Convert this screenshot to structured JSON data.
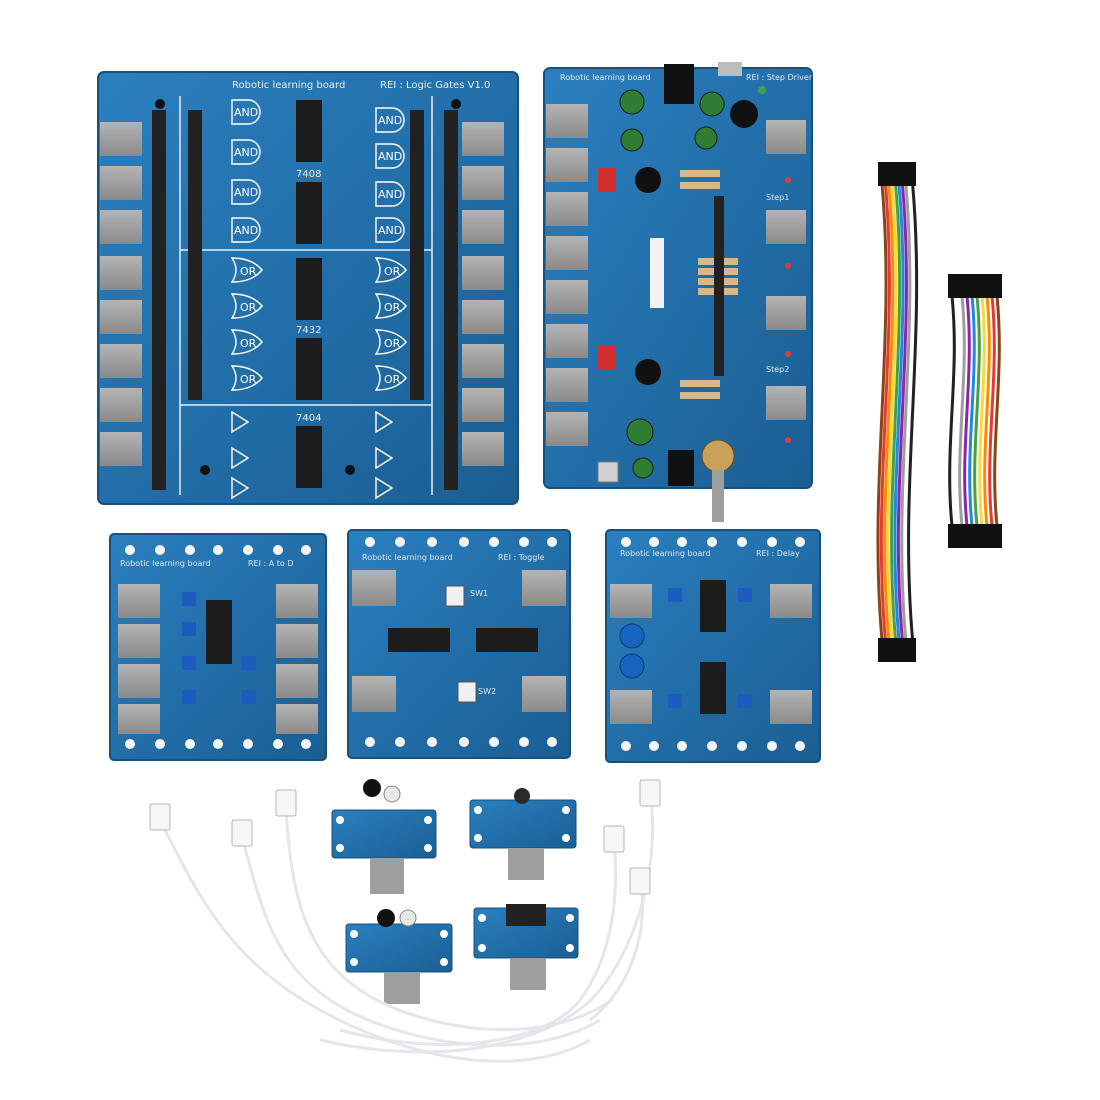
{
  "colors": {
    "background": "#ffffff",
    "pcb": "#1f6fa8",
    "pcb_dark": "#185a8a",
    "rj_jack": "#9a9a9a",
    "ic_chip": "#1c1c1c",
    "cable_white": "#e9ecef"
  },
  "boards": {
    "logic_gates": {
      "title": "Robotic learning board",
      "subtitle": "REI : Logic Gates V1.0",
      "gate_and": "AND",
      "gate_or": "OR",
      "ic1": "7408",
      "ic2": "7432",
      "ic3": "7404"
    },
    "step_driver": {
      "title": "Robotic learning board",
      "subtitle": "REI : Step Driver",
      "step1": "Step1",
      "step2": "Step2"
    },
    "a_to_d": {
      "title": "Robotic learning board",
      "subtitle": "REI : A to D"
    },
    "toggle": {
      "title": "Robotic learning board",
      "subtitle": "REI : Toggle",
      "sw1": "SW1",
      "sw2": "SW2"
    },
    "delay": {
      "title": "Robotic learning board",
      "subtitle": "REI : Delay"
    }
  },
  "sensors": [
    {
      "icon": "ir-led-sensor-icon"
    },
    {
      "icon": "photoresistor-sensor-icon"
    },
    {
      "icon": "ir-led-sensor-icon"
    },
    {
      "icon": "switch-sensor-icon"
    }
  ],
  "cables": {
    "rainbow_long": {
      "wires": [
        "#8b4513",
        "#e53935",
        "#fb8c00",
        "#fdd835",
        "#43a047",
        "#1e88e5",
        "#8e24aa",
        "#9e9e9e",
        "#ffffff",
        "#212121"
      ]
    },
    "rainbow_short": {
      "wires": [
        "#212121",
        "#ffffff",
        "#9e9e9e",
        "#8e24aa",
        "#1e88e5",
        "#43a047",
        "#fdd835",
        "#fb8c00",
        "#e53935",
        "#8b4513"
      ]
    }
  }
}
